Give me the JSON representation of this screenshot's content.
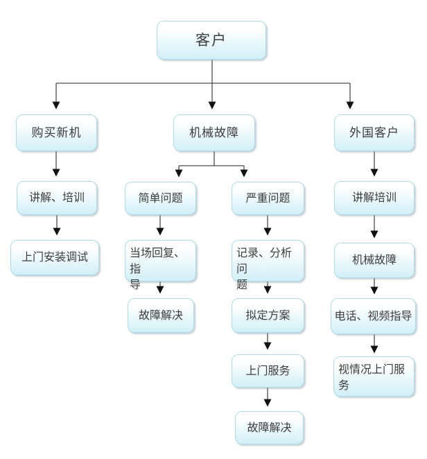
{
  "diagram": {
    "type": "flowchart",
    "nodes": [
      {
        "id": "customer",
        "label": "客户"
      },
      {
        "id": "buy-new-machine",
        "label": "购买新机"
      },
      {
        "id": "mechanical-fault",
        "label": "机械故障"
      },
      {
        "id": "foreign-customer",
        "label": "外国客户"
      },
      {
        "id": "explain-training-1",
        "label": "讲解、培训"
      },
      {
        "id": "simple-problem",
        "label": "简单问题"
      },
      {
        "id": "serious-problem",
        "label": "严重问题"
      },
      {
        "id": "explain-training-2",
        "label": "讲解培训"
      },
      {
        "id": "onsite-install-debug",
        "label": "上门安装调试"
      },
      {
        "id": "onspot-reply-guide",
        "label": "当场回复、指\n导"
      },
      {
        "id": "record-analyze",
        "label": "记录、分析问\n题"
      },
      {
        "id": "mechanical-fault-2",
        "label": "机械故障"
      },
      {
        "id": "fault-solved-1",
        "label": "故障解决"
      },
      {
        "id": "make-plan",
        "label": "拟定方案"
      },
      {
        "id": "phone-video-guide",
        "label": "电话、视频指导"
      },
      {
        "id": "onsite-service",
        "label": "上门服务"
      },
      {
        "id": "situational-onsite",
        "label": "视情况上门服\n务"
      },
      {
        "id": "fault-solved-2",
        "label": "故障解决"
      }
    ],
    "edges": [
      {
        "from": "customer",
        "to": [
          "buy-new-machine",
          "mechanical-fault",
          "foreign-customer"
        ]
      },
      {
        "from": "mechanical-fault",
        "to": [
          "simple-problem",
          "serious-problem"
        ]
      },
      {
        "from": "buy-new-machine",
        "to": [
          "explain-training-1"
        ]
      },
      {
        "from": "explain-training-1",
        "to": [
          "onsite-install-debug"
        ]
      },
      {
        "from": "simple-problem",
        "to": [
          "onspot-reply-guide"
        ]
      },
      {
        "from": "onspot-reply-guide",
        "to": [
          "fault-solved-1"
        ]
      },
      {
        "from": "serious-problem",
        "to": [
          "record-analyze"
        ]
      },
      {
        "from": "record-analyze",
        "to": [
          "make-plan"
        ]
      },
      {
        "from": "make-plan",
        "to": [
          "onsite-service"
        ]
      },
      {
        "from": "onsite-service",
        "to": [
          "fault-solved-2"
        ]
      },
      {
        "from": "foreign-customer",
        "to": [
          "explain-training-2"
        ]
      },
      {
        "from": "explain-training-2",
        "to": [
          "mechanical-fault-2"
        ]
      },
      {
        "from": "mechanical-fault-2",
        "to": [
          "phone-video-guide"
        ]
      },
      {
        "from": "phone-video-guide",
        "to": [
          "situational-onsite"
        ]
      }
    ],
    "colors": {
      "box_fill_top": "#ffffff",
      "box_fill_bottom": "#d2eff7",
      "box_border": "#aedbe7",
      "connector_line": "#4a4a4a",
      "arrowhead": "#111111",
      "text": "#3c3c3c",
      "background": "#ffffff"
    }
  }
}
